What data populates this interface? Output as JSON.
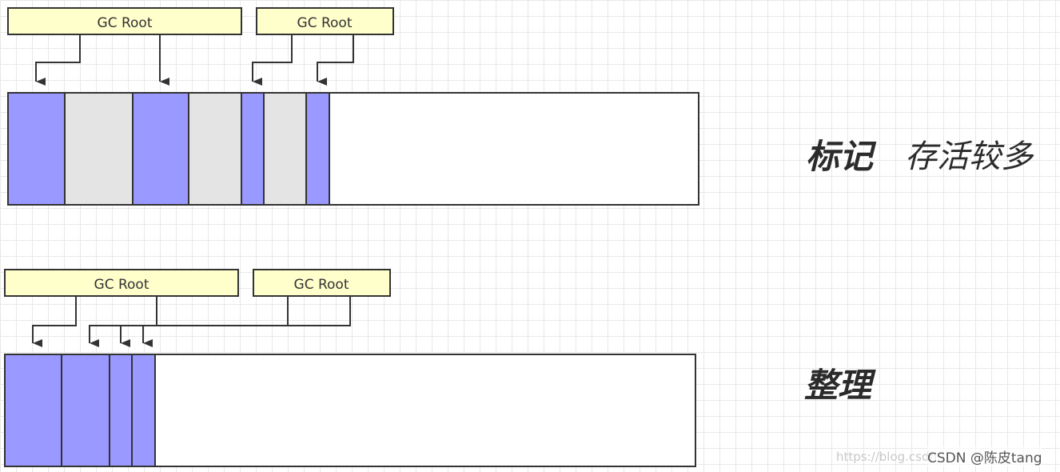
{
  "colors": {
    "live_object": "#9999ff",
    "garbage_object": "#e4e4e4",
    "free_space": "#ffffff",
    "root_box": "#ffffcc",
    "stroke": "#333333"
  },
  "top": {
    "roots": [
      "GC Root",
      "GC Root"
    ],
    "caption_bold": "标记",
    "caption_normal": "存活较多"
  },
  "bottom": {
    "roots": [
      "GC Root",
      "GC Root"
    ],
    "caption_bold": "整理"
  },
  "watermark": {
    "faint": "https://blog.csdn",
    "text": "CSDN @陈皮tang"
  }
}
